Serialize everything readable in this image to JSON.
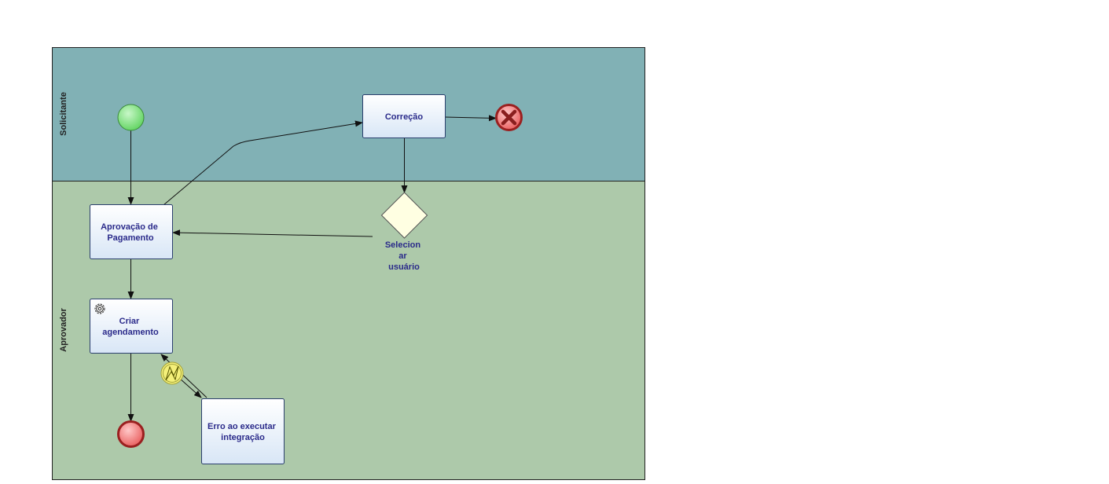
{
  "lanes": {
    "solicitante": "Solicitante",
    "aprovador": "Aprovador"
  },
  "tasks": {
    "correcao": [
      "Correção"
    ],
    "aprovacao_pagamento": [
      "Aprovação de",
      "Pagamento"
    ],
    "criar_agendamento": [
      "Criar",
      "agendamento"
    ],
    "erro_integracao": [
      "Erro ao executar",
      "integração"
    ]
  },
  "gateway": {
    "label": [
      "Selecion",
      "ar",
      "usuário"
    ]
  },
  "icons": {
    "start_event": "start-event-circle",
    "end_event": "end-event-circle",
    "error_end_event": "error-end-x-icon",
    "error_boundary": "lightning-error-icon",
    "service_task": "gear-icon"
  },
  "colors": {
    "lane_solicitante": "#81b1b5",
    "lane_aprovador": "#adc9aa",
    "task_fill_top": "#ffffff",
    "task_fill_bottom": "#d8e6f6",
    "task_stroke": "#2b3f6e",
    "start_fill": "#7fe07f",
    "end_fill": "#f07e7e",
    "gateway_fill": "#ffffe2",
    "error_boundary_fill": "#f4f07a"
  }
}
